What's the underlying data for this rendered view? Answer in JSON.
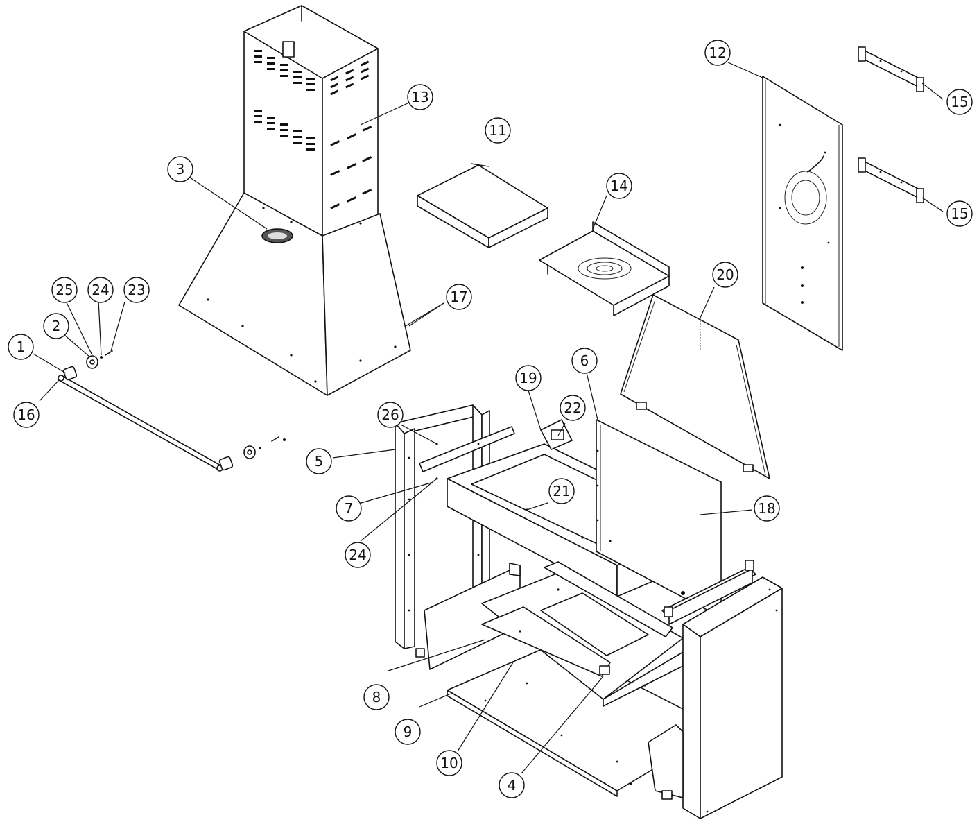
{
  "callouts": [
    {
      "id": "c1",
      "label": "1"
    },
    {
      "id": "c2",
      "label": "2"
    },
    {
      "id": "c3",
      "label": "3"
    },
    {
      "id": "c4",
      "label": "4"
    },
    {
      "id": "c5",
      "label": "5"
    },
    {
      "id": "c6",
      "label": "6"
    },
    {
      "id": "c7",
      "label": "7"
    },
    {
      "id": "c8",
      "label": "8"
    },
    {
      "id": "c9",
      "label": "9"
    },
    {
      "id": "c10",
      "label": "10"
    },
    {
      "id": "c11",
      "label": "11"
    },
    {
      "id": "c12",
      "label": "12"
    },
    {
      "id": "c13",
      "label": "13"
    },
    {
      "id": "c14",
      "label": "14"
    },
    {
      "id": "c15a",
      "label": "15"
    },
    {
      "id": "c15b",
      "label": "15"
    },
    {
      "id": "c16",
      "label": "16"
    },
    {
      "id": "c17",
      "label": "17"
    },
    {
      "id": "c18",
      "label": "18"
    },
    {
      "id": "c19",
      "label": "19"
    },
    {
      "id": "c20",
      "label": "20"
    },
    {
      "id": "c21",
      "label": "21"
    },
    {
      "id": "c22",
      "label": "22"
    },
    {
      "id": "c23",
      "label": "23"
    },
    {
      "id": "c24a",
      "label": "24"
    },
    {
      "id": "c24b",
      "label": "24"
    },
    {
      "id": "c25",
      "label": "25"
    },
    {
      "id": "c26",
      "label": "26"
    }
  ]
}
